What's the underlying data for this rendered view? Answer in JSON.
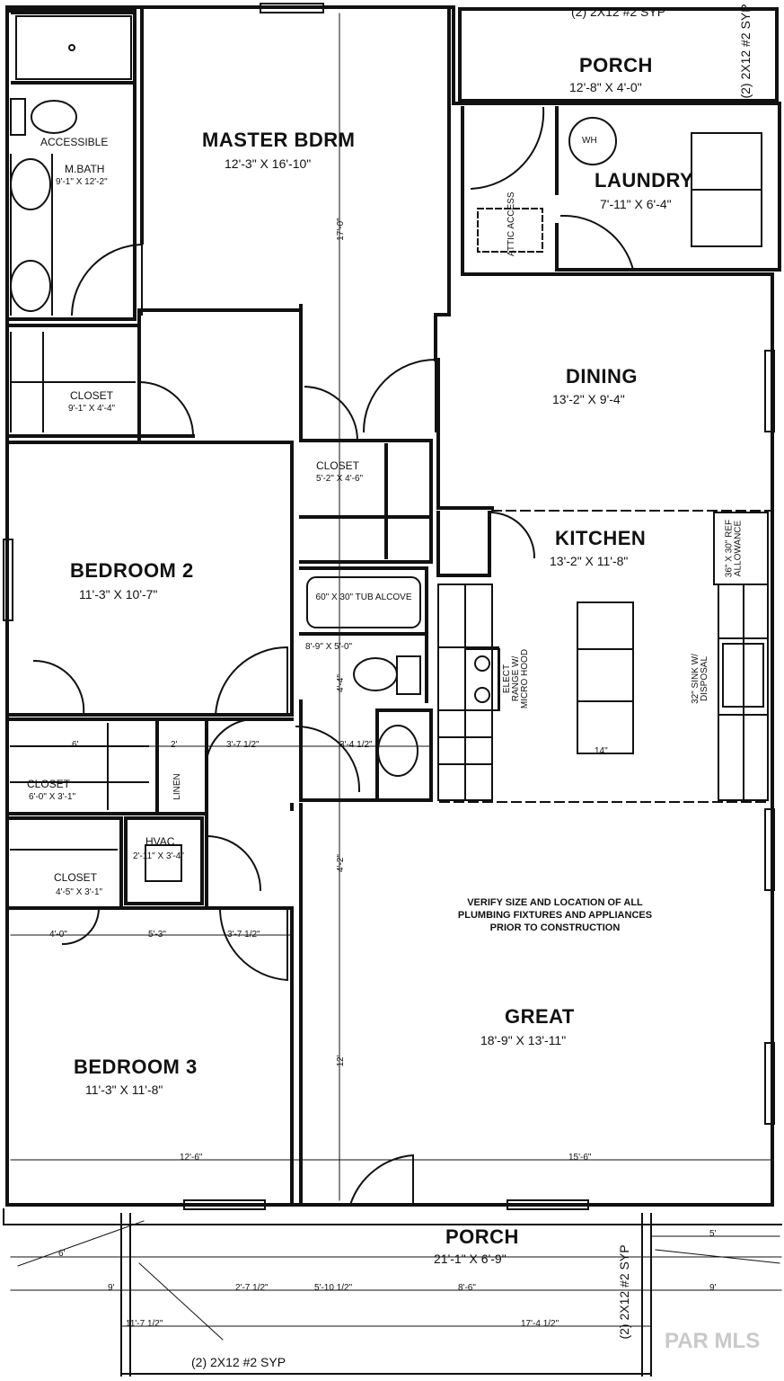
{
  "rooms": {
    "master": {
      "name": "MASTER BDRM",
      "dim": "12'-3\" X 16'-10\""
    },
    "mbath": {
      "title": "ACCESSIBLE",
      "name": "M.BATH",
      "dim": "9'-1\" X 12'-2\""
    },
    "closet_master": {
      "name": "CLOSET",
      "dim": "9'-1\" X 4'-4\""
    },
    "porch_rear": {
      "name": "PORCH",
      "dim": "12'-8\" X 4'-0\""
    },
    "laundry": {
      "name": "LAUNDRY",
      "dim": "7'-11\" X 6'-4\""
    },
    "attic": {
      "name": "ATTIC ACCESS"
    },
    "dining": {
      "name": "DINING",
      "dim": "13'-2\" X 9'-4\""
    },
    "closet_mid": {
      "name": "CLOSET",
      "dim": "5'-2\" X 4'-6\""
    },
    "kitchen": {
      "name": "KITCHEN",
      "dim": "13'-2\" X 11'-8\""
    },
    "bedroom2": {
      "name": "BEDROOM 2",
      "dim": "11'-3\" X 10'-7\""
    },
    "tub": {
      "label": "60\" X 30\" TUB ALCOVE"
    },
    "bath2_dim": "8'-9\" X 5'-0\"",
    "closet_b2": {
      "name": "CLOSET",
      "dim": "6'-0\" X 3'-1\""
    },
    "linen": {
      "name": "LINEN"
    },
    "hvac": {
      "name": "HVAC",
      "dim": "2'-11\" X 3'-4\""
    },
    "closet_b3": {
      "name": "CLOSET",
      "dim": "4'-5\" X 3'-1\""
    },
    "bedroom3": {
      "name": "BEDROOM 3",
      "dim": "11'-3\" X 11'-8\""
    },
    "great": {
      "name": "GREAT",
      "dim": "18'-9\" X 13'-11\""
    },
    "porch_front": {
      "name": "PORCH",
      "dim": "21'-1\" X 6'-9\""
    }
  },
  "fixtures": {
    "wh": "WH",
    "range": "ELECT RANGE W/ MICRO HOOD",
    "sink": "32\" SINK W/ DISPOSAL",
    "fridge": "36\" X 30\" REF ALLOWANCE",
    "island_dim": "14\""
  },
  "beams": {
    "top": "(2) 2X12 #2 SYP",
    "right_top": "(2) 2X12 #2 SYP",
    "right_bottom": "(2) 2X12 #2 SYP",
    "bottom": "(2) 2X12 #2 SYP"
  },
  "note": [
    "VERIFY SIZE AND LOCATION OF ALL",
    "PLUMBING FIXTURES AND APPLIANCES",
    "PRIOR TO CONSTRUCTION"
  ],
  "dimensions": {
    "hall1": "6'",
    "hall2": "2'",
    "hall3": "3'-7 1/2\"",
    "hall4": "3'-4 1/2\"",
    "b3_1": "4'-0\"",
    "b3_2": "5'-3\"",
    "b3_3": "3'-7 1/2\"",
    "b3_bottom": "12'-6\"",
    "great_bottom": "15'-6\"",
    "porch_1": "2'-7 1/2\"",
    "porch_2": "5'-10 1/2\"",
    "porch_3": "8'-6\"",
    "porch_4": "11'-7 1/2\"",
    "porch_5": "17'-4 1/2\"",
    "porch_left": "6'",
    "porch_left2": "9'",
    "porch_right": "5'",
    "porch_right2": "9'",
    "master_v": "17'-0\"",
    "bath_v": "4'-4\"",
    "great_v1": "4'-2\"",
    "great_v2": "12'"
  },
  "watermark": "PAR MLS"
}
